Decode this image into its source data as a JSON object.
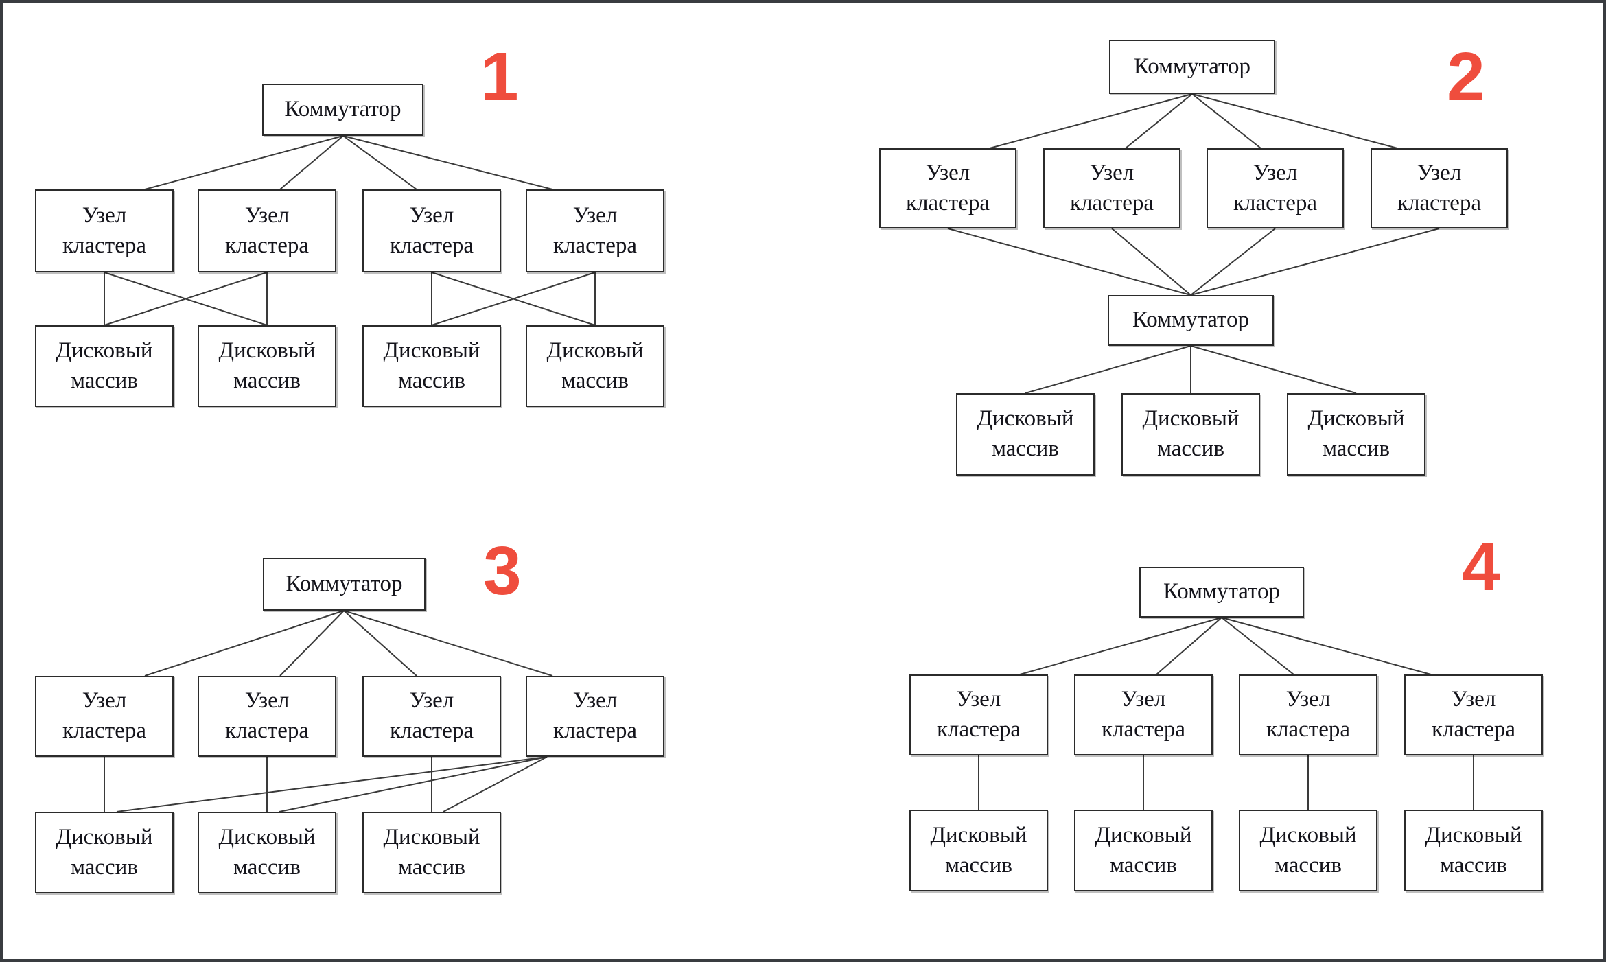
{
  "colors": {
    "annotation_red": "#ef4d3d",
    "box_border": "#2b2b2b",
    "connector": "#3a3a3a",
    "page_background": "#ffffff",
    "frame": "#393c40"
  },
  "labels": {
    "switch": "Коммутатор",
    "cluster_node": "Узел кластера",
    "disk_array": "Дисковый массив"
  },
  "diagrams": [
    {
      "number": "1",
      "switch": "Коммутатор",
      "nodes": [
        "Узел кластера",
        "Узел кластера",
        "Узел кластера",
        "Узел кластера"
      ],
      "arrays": [
        "Дисковый массив",
        "Дисковый массив",
        "Дисковый массив",
        "Дисковый массив"
      ],
      "topology": "switch to 4 nodes; node pairs cross-connected to disk array pairs"
    },
    {
      "number": "2",
      "switch_top": "Коммутатор",
      "switch_bottom": "Коммутатор",
      "nodes": [
        "Узел кластера",
        "Узел кластера",
        "Узел кластера",
        "Узел кластера"
      ],
      "arrays": [
        "Дисковый массив",
        "Дисковый массив",
        "Дисковый массив"
      ],
      "topology": "top switch to 4 nodes; 4 nodes to bottom switch; bottom switch to 3 disk arrays"
    },
    {
      "number": "3",
      "switch": "Коммутатор",
      "nodes": [
        "Узел кластера",
        "Узел кластера",
        "Узел кластера",
        "Узел кластера"
      ],
      "arrays": [
        "Дисковый массив",
        "Дисковый массив",
        "Дисковый массив"
      ],
      "topology": "switch to 4 nodes; nodes 1-3 straight to arrays 1-3; node 4 fans to all 3 arrays"
    },
    {
      "number": "4",
      "switch": "Коммутатор",
      "nodes": [
        "Узел кластера",
        "Узел кластера",
        "Узел кластера",
        "Узел кластера"
      ],
      "arrays": [
        "Дисковый массив",
        "Дисковый массив",
        "Дисковый массив",
        "Дисковый массив"
      ],
      "topology": "switch to 4 nodes; each node straight down to its own disk array"
    }
  ]
}
